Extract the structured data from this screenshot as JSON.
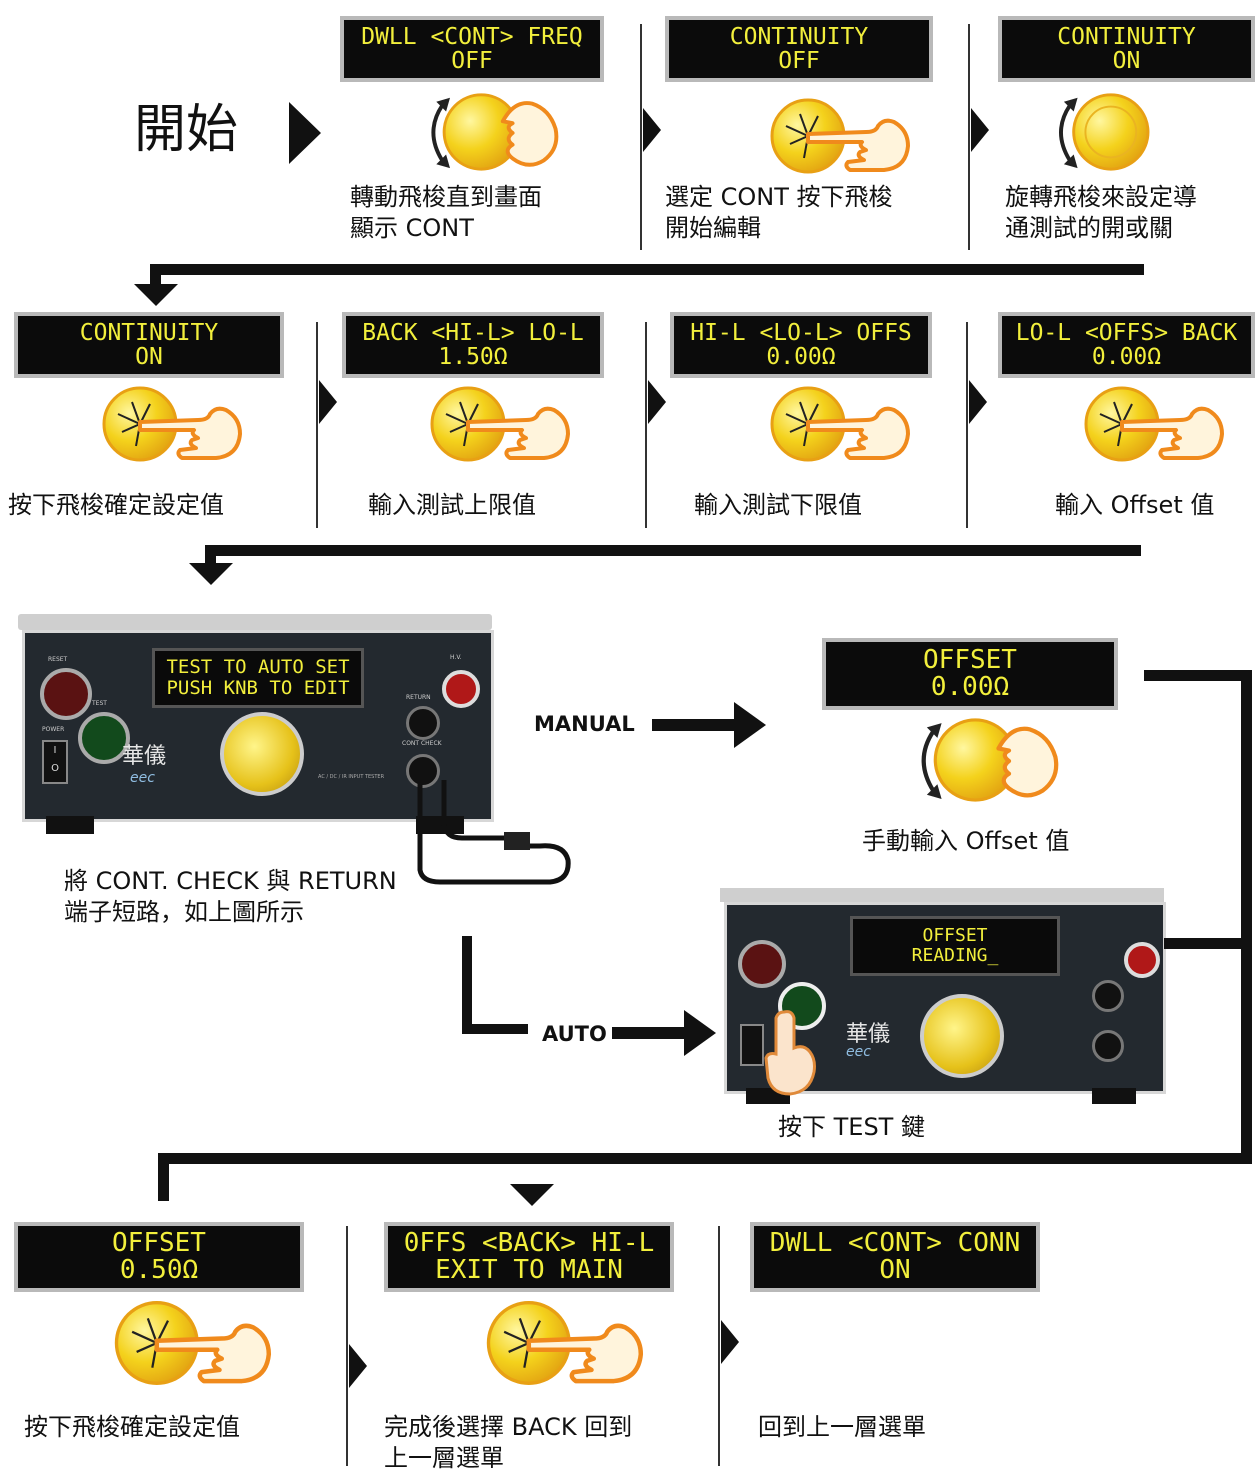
{
  "start_label": "開始",
  "row1": [
    {
      "lcd": [
        "DWLL <CONT> FREQ",
        "OFF"
      ],
      "caption": [
        "轉動飛梭直到畫面",
        "顯示 CONT"
      ],
      "action": "rotate"
    },
    {
      "lcd": [
        "CONTINUITY",
        "OFF"
      ],
      "caption": [
        "選定 CONT 按下飛梭",
        "開始編輯"
      ],
      "action": "press"
    },
    {
      "lcd": [
        "CONTINUITY",
        "ON"
      ],
      "caption": [
        "旋轉飛梭來設定導",
        "通測試的開或關"
      ],
      "action": "rotate"
    }
  ],
  "row2": [
    {
      "lcd": [
        "CONTINUITY",
        "ON"
      ],
      "caption": [
        "按下飛梭確定設定值"
      ],
      "action": "press"
    },
    {
      "lcd": [
        "BACK <HI-L> LO-L",
        "1.50Ω"
      ],
      "caption": [
        "輸入測試上限值"
      ],
      "action": "press"
    },
    {
      "lcd": [
        "HI-L <LO-L> OFFS",
        "0.00Ω"
      ],
      "caption": [
        "輸入測試下限值"
      ],
      "action": "press"
    },
    {
      "lcd": [
        "LO-L <OFFS> BACK",
        "0.00Ω"
      ],
      "caption": [
        "輸入 Offset 值"
      ],
      "action": "press"
    }
  ],
  "device_main": {
    "display": [
      "TEST TO AUTO SET",
      "PUSH KNB TO EDIT"
    ],
    "brand": "華儀",
    "logo": "eec",
    "labels": {
      "reset": "RESET",
      "test": "TEST",
      "power": "POWER",
      "hv": "H.V.",
      "return": "RETURN",
      "cont": "CONT CHECK",
      "model": "AC / DC / IR INPUT TESTER"
    }
  },
  "device_caption": [
    "將 CONT. CHECK 與 RETURN",
    "端子短路，如上圖所示"
  ],
  "manual_label": "MANUAL",
  "auto_label": "AUTO",
  "manual_lcd": [
    "OFFSET",
    "0.00Ω"
  ],
  "manual_caption": "手動輸入 Offset 值",
  "device_auto": {
    "display": [
      "OFFSET",
      "READING_"
    ],
    "brand": "華儀",
    "logo": "eec"
  },
  "auto_caption": "按下 TEST 鍵",
  "row4": [
    {
      "lcd": [
        "OFFSET",
        "0.50Ω"
      ],
      "caption": [
        "按下飛梭確定設定值"
      ],
      "action": "press"
    },
    {
      "lcd": [
        "0FFS <BACK> HI-L",
        "EXIT TO MAIN"
      ],
      "caption": [
        "完成後選擇 BACK 回到",
        "上一層選單"
      ],
      "action": "press"
    },
    {
      "lcd": [
        "DWLL <CONT> CONN",
        "ON"
      ],
      "caption": [
        "回到上一層選單"
      ],
      "action": "none"
    }
  ],
  "colors": {
    "knob": "#f2c81b",
    "knob_edge": "#e39a12",
    "lcd_text": "#f2ef3c",
    "hand": "#f0a030"
  }
}
